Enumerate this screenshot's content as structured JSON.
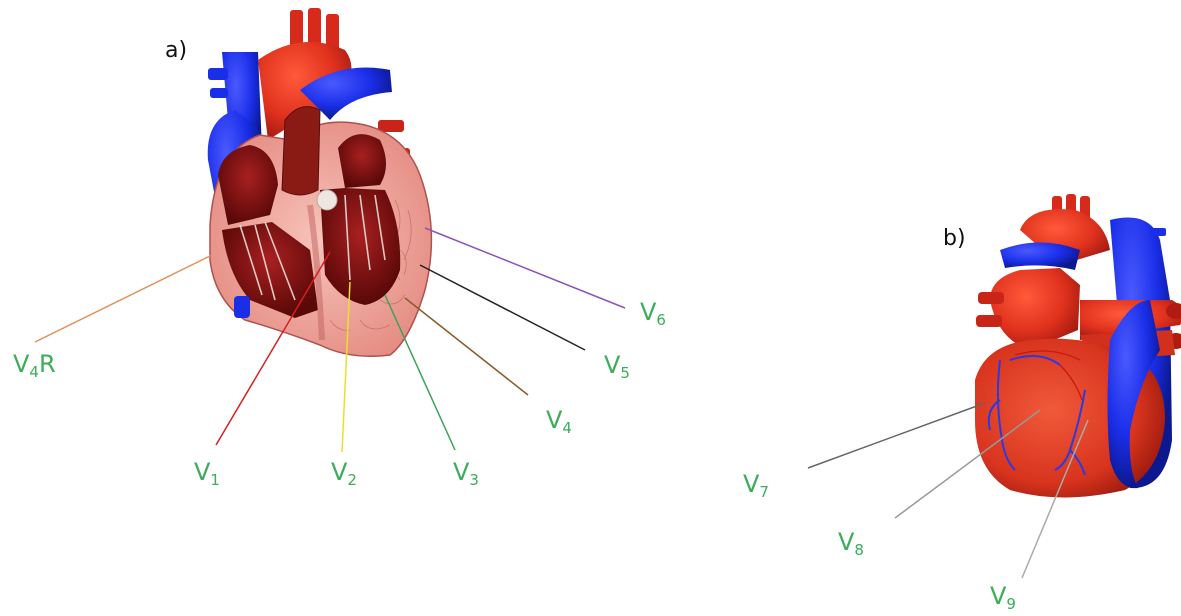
{
  "panels": {
    "a": {
      "label": "a)"
    },
    "b": {
      "label": "b)"
    }
  },
  "leads": {
    "V4R": {
      "main": "V",
      "sub": "4",
      "suffix": "R",
      "line_color": "#e0905a"
    },
    "V1": {
      "main": "V",
      "sub": "1",
      "line_color": "#d42020"
    },
    "V2": {
      "main": "V",
      "sub": "2",
      "line_color": "#e8e030"
    },
    "V3": {
      "main": "V",
      "sub": "3",
      "line_color": "#3aa35a"
    },
    "V4": {
      "main": "V",
      "sub": "4",
      "line_color": "#8a5a2a"
    },
    "V5": {
      "main": "V",
      "sub": "5",
      "line_color": "#222222"
    },
    "V6": {
      "main": "V",
      "sub": "6",
      "line_color": "#8a55b8"
    },
    "V7": {
      "main": "V",
      "sub": "7",
      "line_color": "#666666"
    },
    "V8": {
      "main": "V",
      "sub": "8",
      "line_color": "#999999"
    },
    "V9": {
      "main": "V",
      "sub": "9",
      "line_color": "#aaaaaa"
    }
  },
  "colors": {
    "label_green": "#3cad5a",
    "artery_red": "#e0321e",
    "vein_blue": "#1a2ee8",
    "myocardium": "#f0a9a0",
    "chamber": "#7a1010"
  }
}
